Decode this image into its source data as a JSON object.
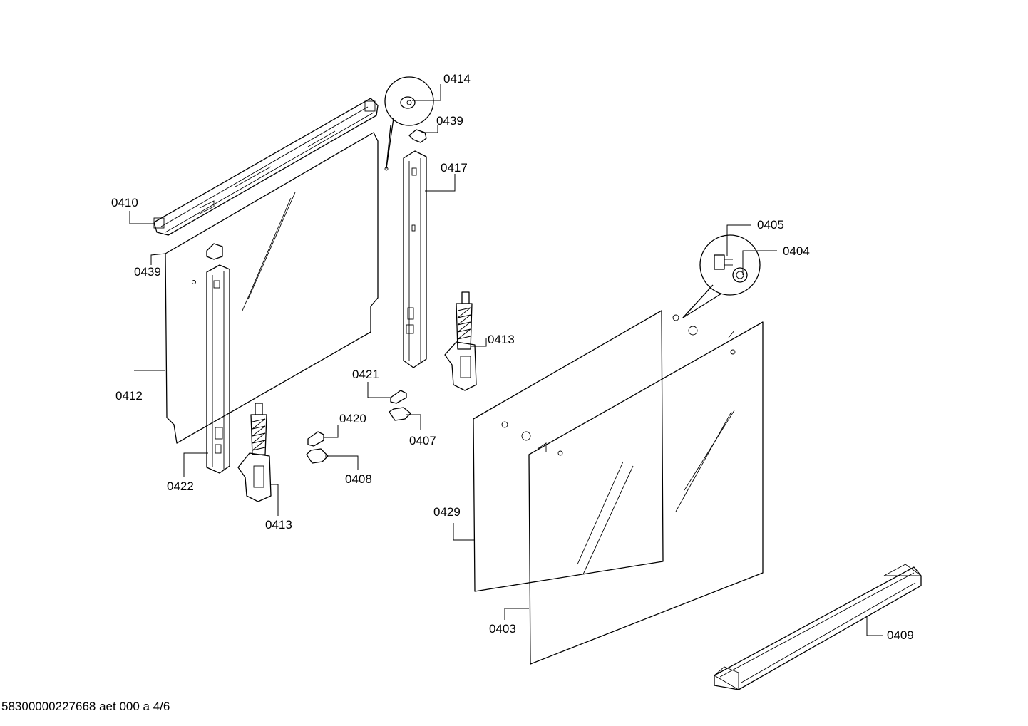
{
  "labels": {
    "l0414": "0414",
    "l0439a": "0439",
    "l0417": "0417",
    "l0410": "0410",
    "l0439b": "0439",
    "l0405": "0405",
    "l0404": "0404",
    "l0413a": "0413",
    "l0421": "0421",
    "l0412": "0412",
    "l0407": "0407",
    "l0420": "0420",
    "l0408": "0408",
    "l0422": "0422",
    "l0413b": "0413",
    "l0429": "0429",
    "l0403": "0403",
    "l0409": "0409"
  },
  "footer": "58300000227668 aet 000 a 4/6"
}
